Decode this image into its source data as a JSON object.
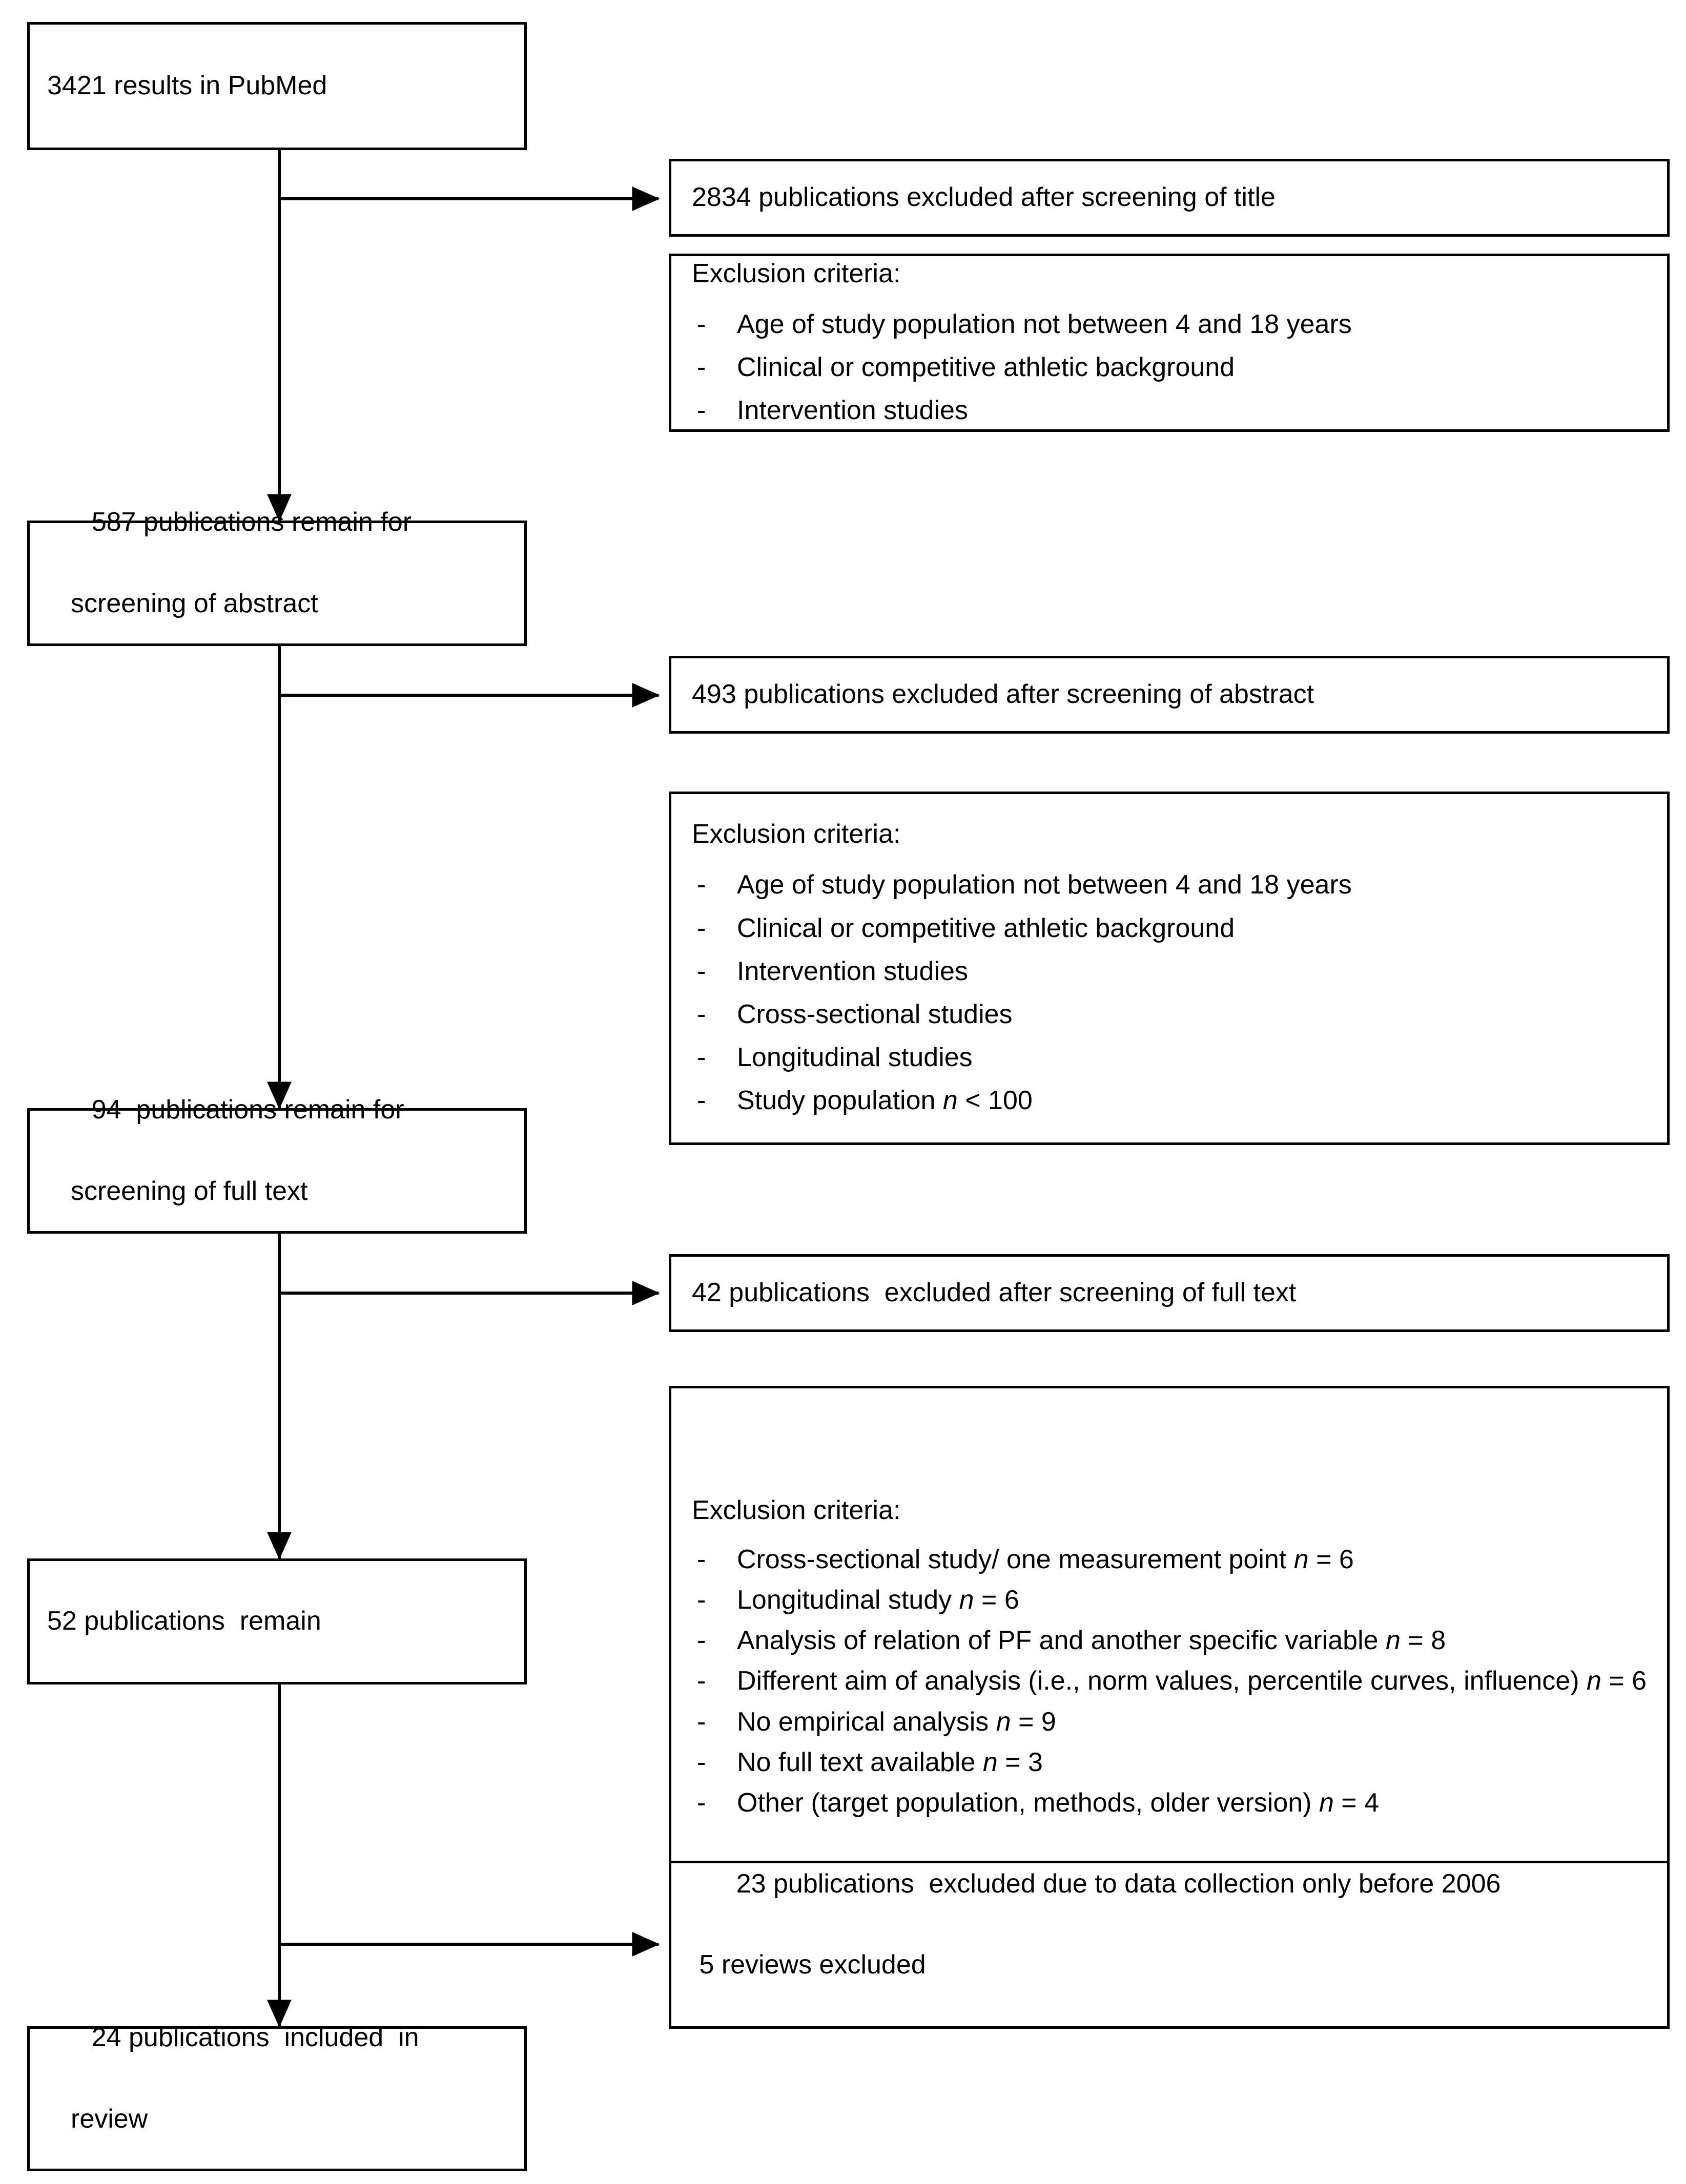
{
  "diagram": {
    "title": "Study selection flow diagram",
    "line_color": "#000000",
    "background": "#ffffff"
  },
  "flow": {
    "stage1_identified": "3421 results in PubMed",
    "stage2_remain_line1": "587 publications remain for",
    "stage2_remain_line2": "screening of abstract",
    "stage3_remain_line1": "94  publications remain for",
    "stage3_remain_line2": "screening of full text",
    "stage4_remain": "52 publications  remain",
    "stage5_included_line1": "24 publications  included  in",
    "stage5_included_line2": "review"
  },
  "excluded": {
    "title_screen": "2834 publications excluded after screening of title",
    "abstract_screen": "493 publications excluded after screening of abstract",
    "fulltext_screen": "42 publications  excluded after screening of full text",
    "final_line1": "23 publications  excluded due to data collection only before 2006",
    "final_line2": " 5 reviews excluded"
  },
  "criteria_title": "Exclusion criteria:",
  "criteria_block_1": [
    "Age of study population not between 4 and 18 years",
    "Clinical or competitive athletic background",
    "Intervention studies"
  ],
  "criteria_block_2": [
    "Age of study population not between 4 and 18 years",
    "Clinical or competitive athletic background",
    "Intervention studies",
    "Cross-sectional  studies",
    "Longitudinal studies",
    "Study population n < 100"
  ],
  "criteria_block_3": [
    "Cross-sectional  study/ one measurement point n = 6",
    "Longitudinal study n = 6",
    "Analysis of relation of PF and another specific variable n = 8",
    "Different aim of analysis (i.e., norm values, percentile curves, influence) n = 6",
    "No empirical analysis n = 9",
    "No full  text available n = 3",
    "Other (target population, methods, older version) n = 4"
  ],
  "bullet_marker": "-",
  "chart_data": {
    "type": "table",
    "title": "PRISMA study selection flow",
    "categories": [
      "Results in PubMed",
      "Remain for screening of abstract",
      "Remain for screening of full text",
      "Publications remain",
      "Publications included in review"
    ],
    "values": [
      3421,
      587,
      94,
      52,
      24
    ],
    "exclusions": [
      {
        "label": "Excluded after screening of title",
        "value": 2834
      },
      {
        "label": "Excluded after screening of abstract",
        "value": 493
      },
      {
        "label": "Excluded after screening of full text",
        "value": 42
      },
      {
        "label": "Excluded due to data collection only before 2006",
        "value": 23
      },
      {
        "label": "Reviews excluded",
        "value": 5
      }
    ],
    "fulltext_exclusion_reasons": [
      {
        "label": "Cross-sectional study/ one measurement point",
        "n": 6
      },
      {
        "label": "Longitudinal study",
        "n": 6
      },
      {
        "label": "Analysis of relation of PF and another specific variable",
        "n": 8
      },
      {
        "label": "Different aim of analysis (i.e., norm values, percentile curves, influence)",
        "n": 6
      },
      {
        "label": "No empirical analysis",
        "n": 9
      },
      {
        "label": "No full text available",
        "n": 3
      },
      {
        "label": "Other (target population, methods, older version)",
        "n": 4
      }
    ],
    "xlabel": "",
    "ylabel": "",
    "grid": false,
    "legend": "none"
  }
}
